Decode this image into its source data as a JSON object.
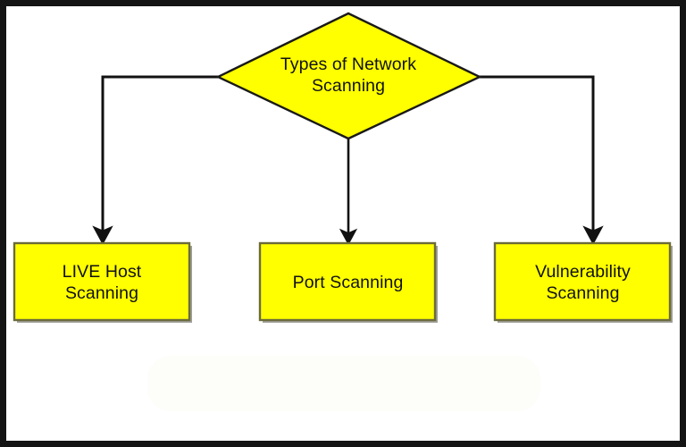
{
  "diagram": {
    "title": "Types of Network Scanning",
    "type": "flowchart",
    "decision": {
      "id": "root",
      "label": "Types of Network\nScanning",
      "shape": "diamond",
      "fill": "#FFFF00",
      "stroke": "#1a1a1a"
    },
    "nodes": [
      {
        "id": "live-host-scanning",
        "label": "LIVE Host\nScanning",
        "shape": "rectangle",
        "fill": "#FFFF00",
        "stroke": "#6b6b3a"
      },
      {
        "id": "port-scanning",
        "label": "Port Scanning",
        "shape": "rectangle",
        "fill": "#FFFF00",
        "stroke": "#6b6b3a"
      },
      {
        "id": "vulnerability-scanning",
        "label": "Vulnerability\nScanning",
        "shape": "rectangle",
        "fill": "#FFFF00",
        "stroke": "#6b6b3a"
      }
    ],
    "connectors": [
      {
        "id": "root-to-live-host",
        "from": "root",
        "to": "live-host-scanning",
        "style": "elbow-left",
        "arrow": "down"
      },
      {
        "id": "root-to-port",
        "from": "root",
        "to": "port-scanning",
        "style": "straight",
        "arrow": "down"
      },
      {
        "id": "root-to-vulnerability",
        "from": "root",
        "to": "vulnerability-scanning",
        "style": "elbow-right",
        "arrow": "down"
      }
    ],
    "colors": {
      "node_fill": "#FFFF00",
      "line": "#111111",
      "frame": "#141414",
      "text": "#111111",
      "canvas": "#ffffff"
    }
  }
}
